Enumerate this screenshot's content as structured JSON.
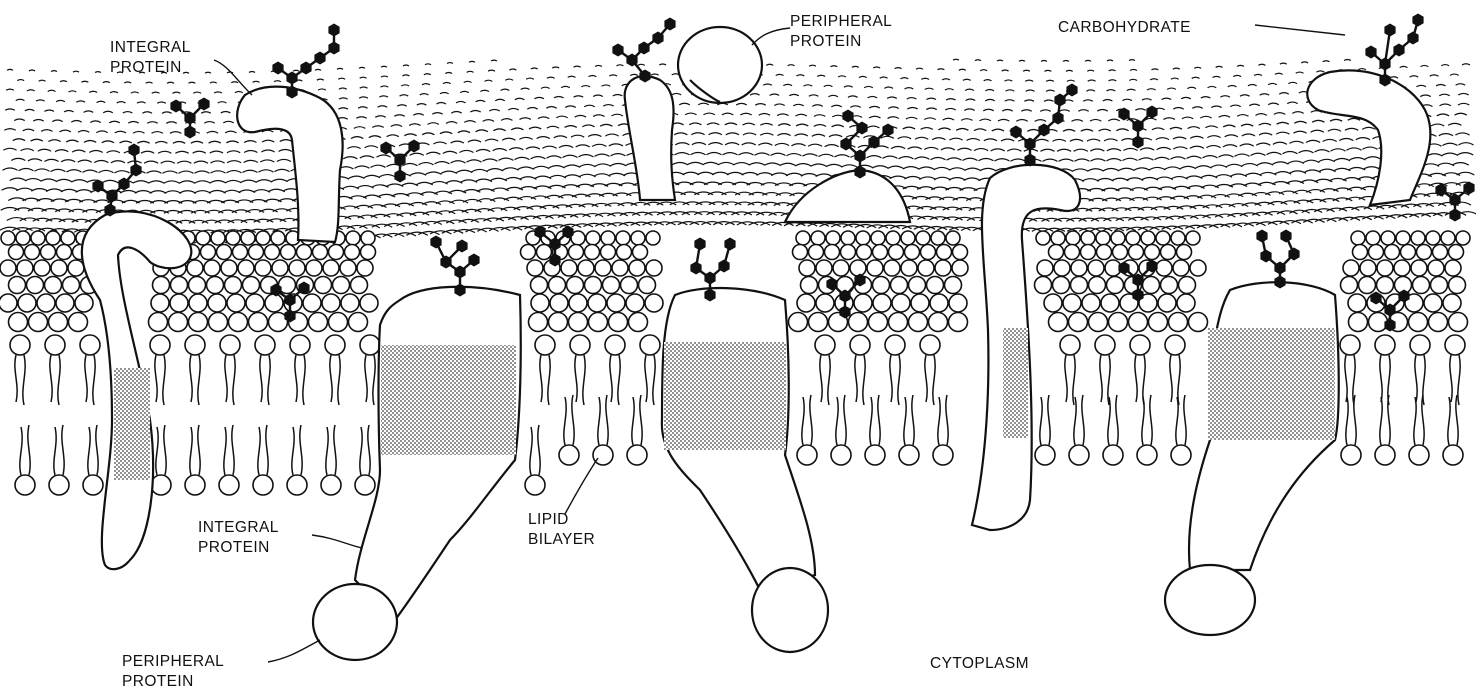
{
  "labels": {
    "integral_protein_top": [
      "INTEGRAL",
      "PROTEIN"
    ],
    "peripheral_protein_top": [
      "PERIPHERAL",
      "PROTEIN"
    ],
    "carbohydrate": "CARBOHYDRATE",
    "integral_protein_bottom": [
      "INTEGRAL",
      "PROTEIN"
    ],
    "lipid_bilayer": [
      "LIPID",
      "BILAYER"
    ],
    "peripheral_protein_bottom": [
      "PERIPHERAL",
      "PROTEIN"
    ],
    "cytoplasm": "CYTOPLASM"
  },
  "colors": {
    "ink": "#111111",
    "background": "#ffffff",
    "hydrophobic_band": "#9a9a9a"
  }
}
